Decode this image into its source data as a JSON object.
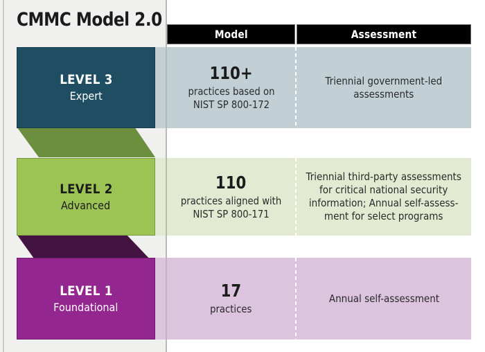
{
  "page": {
    "title": "CMMC Model 2.0",
    "background": "#ffffff",
    "panel_background": "#f0f0ef"
  },
  "table": {
    "headers": {
      "model": "Model",
      "assessment": "Assessment",
      "background": "#000000",
      "text_color": "#ffffff"
    }
  },
  "levels": [
    {
      "id": "level-3",
      "title": "LEVEL 3",
      "subtitle": "Expert",
      "block_color": "#1f4e63",
      "band_color": "#c2d0d6",
      "fold_color": "#6b8f3e",
      "text_color": "#ffffff",
      "model": {
        "count": "110+",
        "detail": "practices based on\nNIST SP 800-172"
      },
      "assessment": "Triennial government-led\nassessments"
    },
    {
      "id": "level-2",
      "title": "LEVEL 2",
      "subtitle": "Advanced",
      "block_color": "#9cc455",
      "band_color": "#e2ebd2",
      "fold_color": "#431441",
      "text_color": "#1b1b1b",
      "model": {
        "count": "110",
        "detail": "practices aligned with\nNIST SP 800-171"
      },
      "assessment": "Triennial third-party assessments\nfor critical national security\ninformation; Annual self-assess-\nment for select programs"
    },
    {
      "id": "level-1",
      "title": "LEVEL 1",
      "subtitle": "Foundational",
      "block_color": "#94278f",
      "band_color": "#dcc3de",
      "fold_color": "",
      "text_color": "#ffffff",
      "model": {
        "count": "17",
        "detail": "practices"
      },
      "assessment": "Annual self-assessment"
    }
  ]
}
